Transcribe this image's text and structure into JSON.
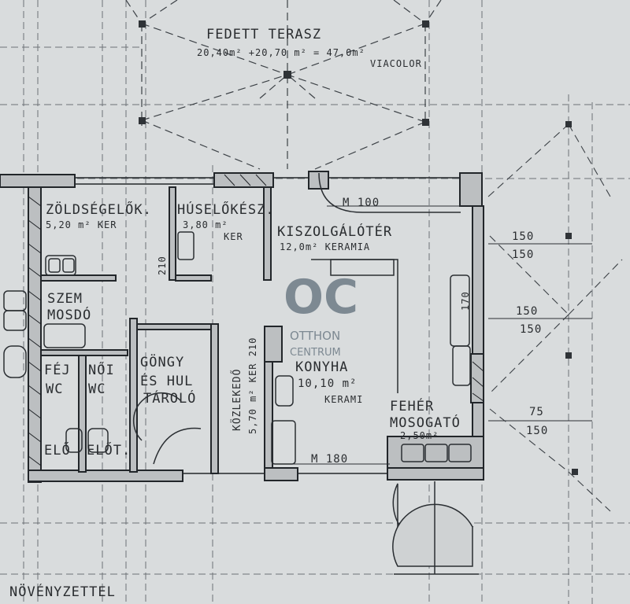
{
  "plan": {
    "terrace": {
      "name": "FEDETT TERASZ",
      "area": "20,40m² +20,70 m² = 47,0m²",
      "note": "VIACOLOR"
    },
    "rooms": {
      "vegetable_prep": {
        "name": "ZÖLDSÉGELŐK.",
        "area": "5,20 m² KER"
      },
      "meat_prep": {
        "name": "HÚSELŐKÉSZ.",
        "area": "3,80 m²",
        "finish": "KER"
      },
      "serving": {
        "name": "KISZOLGÁLÓTÉR",
        "area": "12,0m² KERAMIA"
      },
      "staff_wash": {
        "name": "SZEM",
        "name2": "MOSDÓ"
      },
      "female_wc": {
        "name": "FÉJ",
        "name2": "WC"
      },
      "male_wc": {
        "name": "NŐI",
        "name2": "WC"
      },
      "anteroom_1": {
        "name": "ELŐ"
      },
      "anteroom_2": {
        "name": "ELŐT."
      },
      "storage": {
        "name": "GÖNGY",
        "name2": "ÉS HUL",
        "name3": "TÁROLÓ"
      },
      "corridor": {
        "name": "KÖZLEKEDŐ",
        "area": "5,70 m² KER 210"
      },
      "kitchen": {
        "name": "KONYHA",
        "area": "10,10 m²",
        "finish": "KERAMI"
      },
      "dishwash": {
        "name": "FEHÉR",
        "name2": "MOSOGATÓ",
        "area": "2,50m²"
      },
      "herbs": {
        "name": "NÖVÉNYZETTEL"
      }
    },
    "dims": {
      "m100": "M 100",
      "m180": "M 180",
      "d1a": "150",
      "d1b": "150",
      "d2a": "150",
      "d2b": "150",
      "d3a": "75",
      "d3b": "150",
      "v1": "170",
      "v2": "210"
    },
    "watermark": {
      "mono": "OC",
      "line1": "OTTHON",
      "line2": "CENTRUM"
    }
  }
}
